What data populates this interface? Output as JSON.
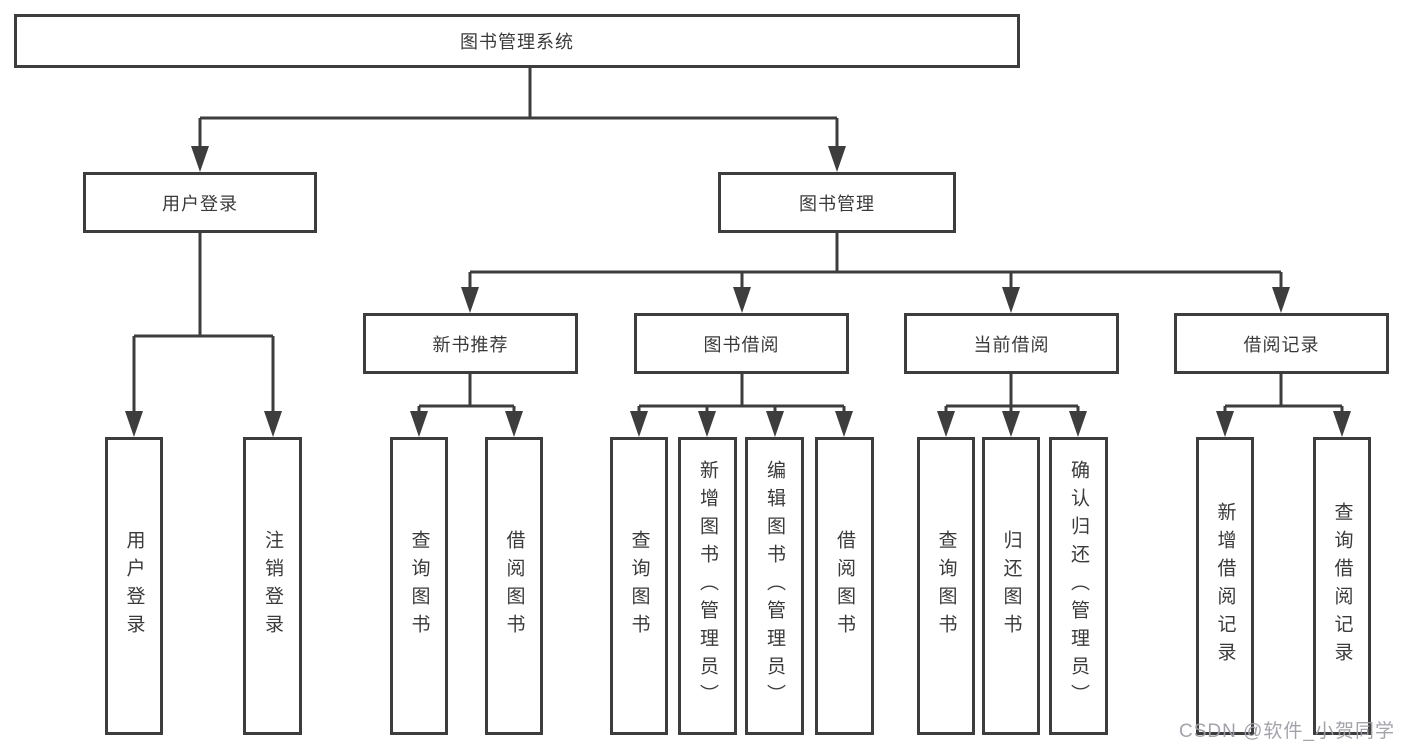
{
  "tree": {
    "label": "图书管理系统",
    "children": [
      {
        "label": "用户登录",
        "children": [
          {
            "label": "用户登录"
          },
          {
            "label": "注销登录"
          }
        ]
      },
      {
        "label": "图书管理",
        "children": [
          {
            "label": "新书推荐",
            "children": [
              {
                "label": "查询图书"
              },
              {
                "label": "借阅图书"
              }
            ]
          },
          {
            "label": "图书借阅",
            "children": [
              {
                "label": "查询图书"
              },
              {
                "label": "新增图书（管理员）"
              },
              {
                "label": "编辑图书（管理员）"
              },
              {
                "label": "借阅图书"
              }
            ]
          },
          {
            "label": "当前借阅",
            "children": [
              {
                "label": "查询图书"
              },
              {
                "label": "归还图书"
              },
              {
                "label": "确认归还（管理员）"
              }
            ]
          },
          {
            "label": "借阅记录",
            "children": [
              {
                "label": "新增借阅记录"
              },
              {
                "label": "查询借阅记录"
              }
            ]
          }
        ]
      }
    ]
  },
  "watermark": "CSDN @软件_小贺同学",
  "colors": {
    "line": "#3d3d3d",
    "text": "#3a3a3a",
    "watermark": "#9e9ea8",
    "background": "#ffffff"
  }
}
